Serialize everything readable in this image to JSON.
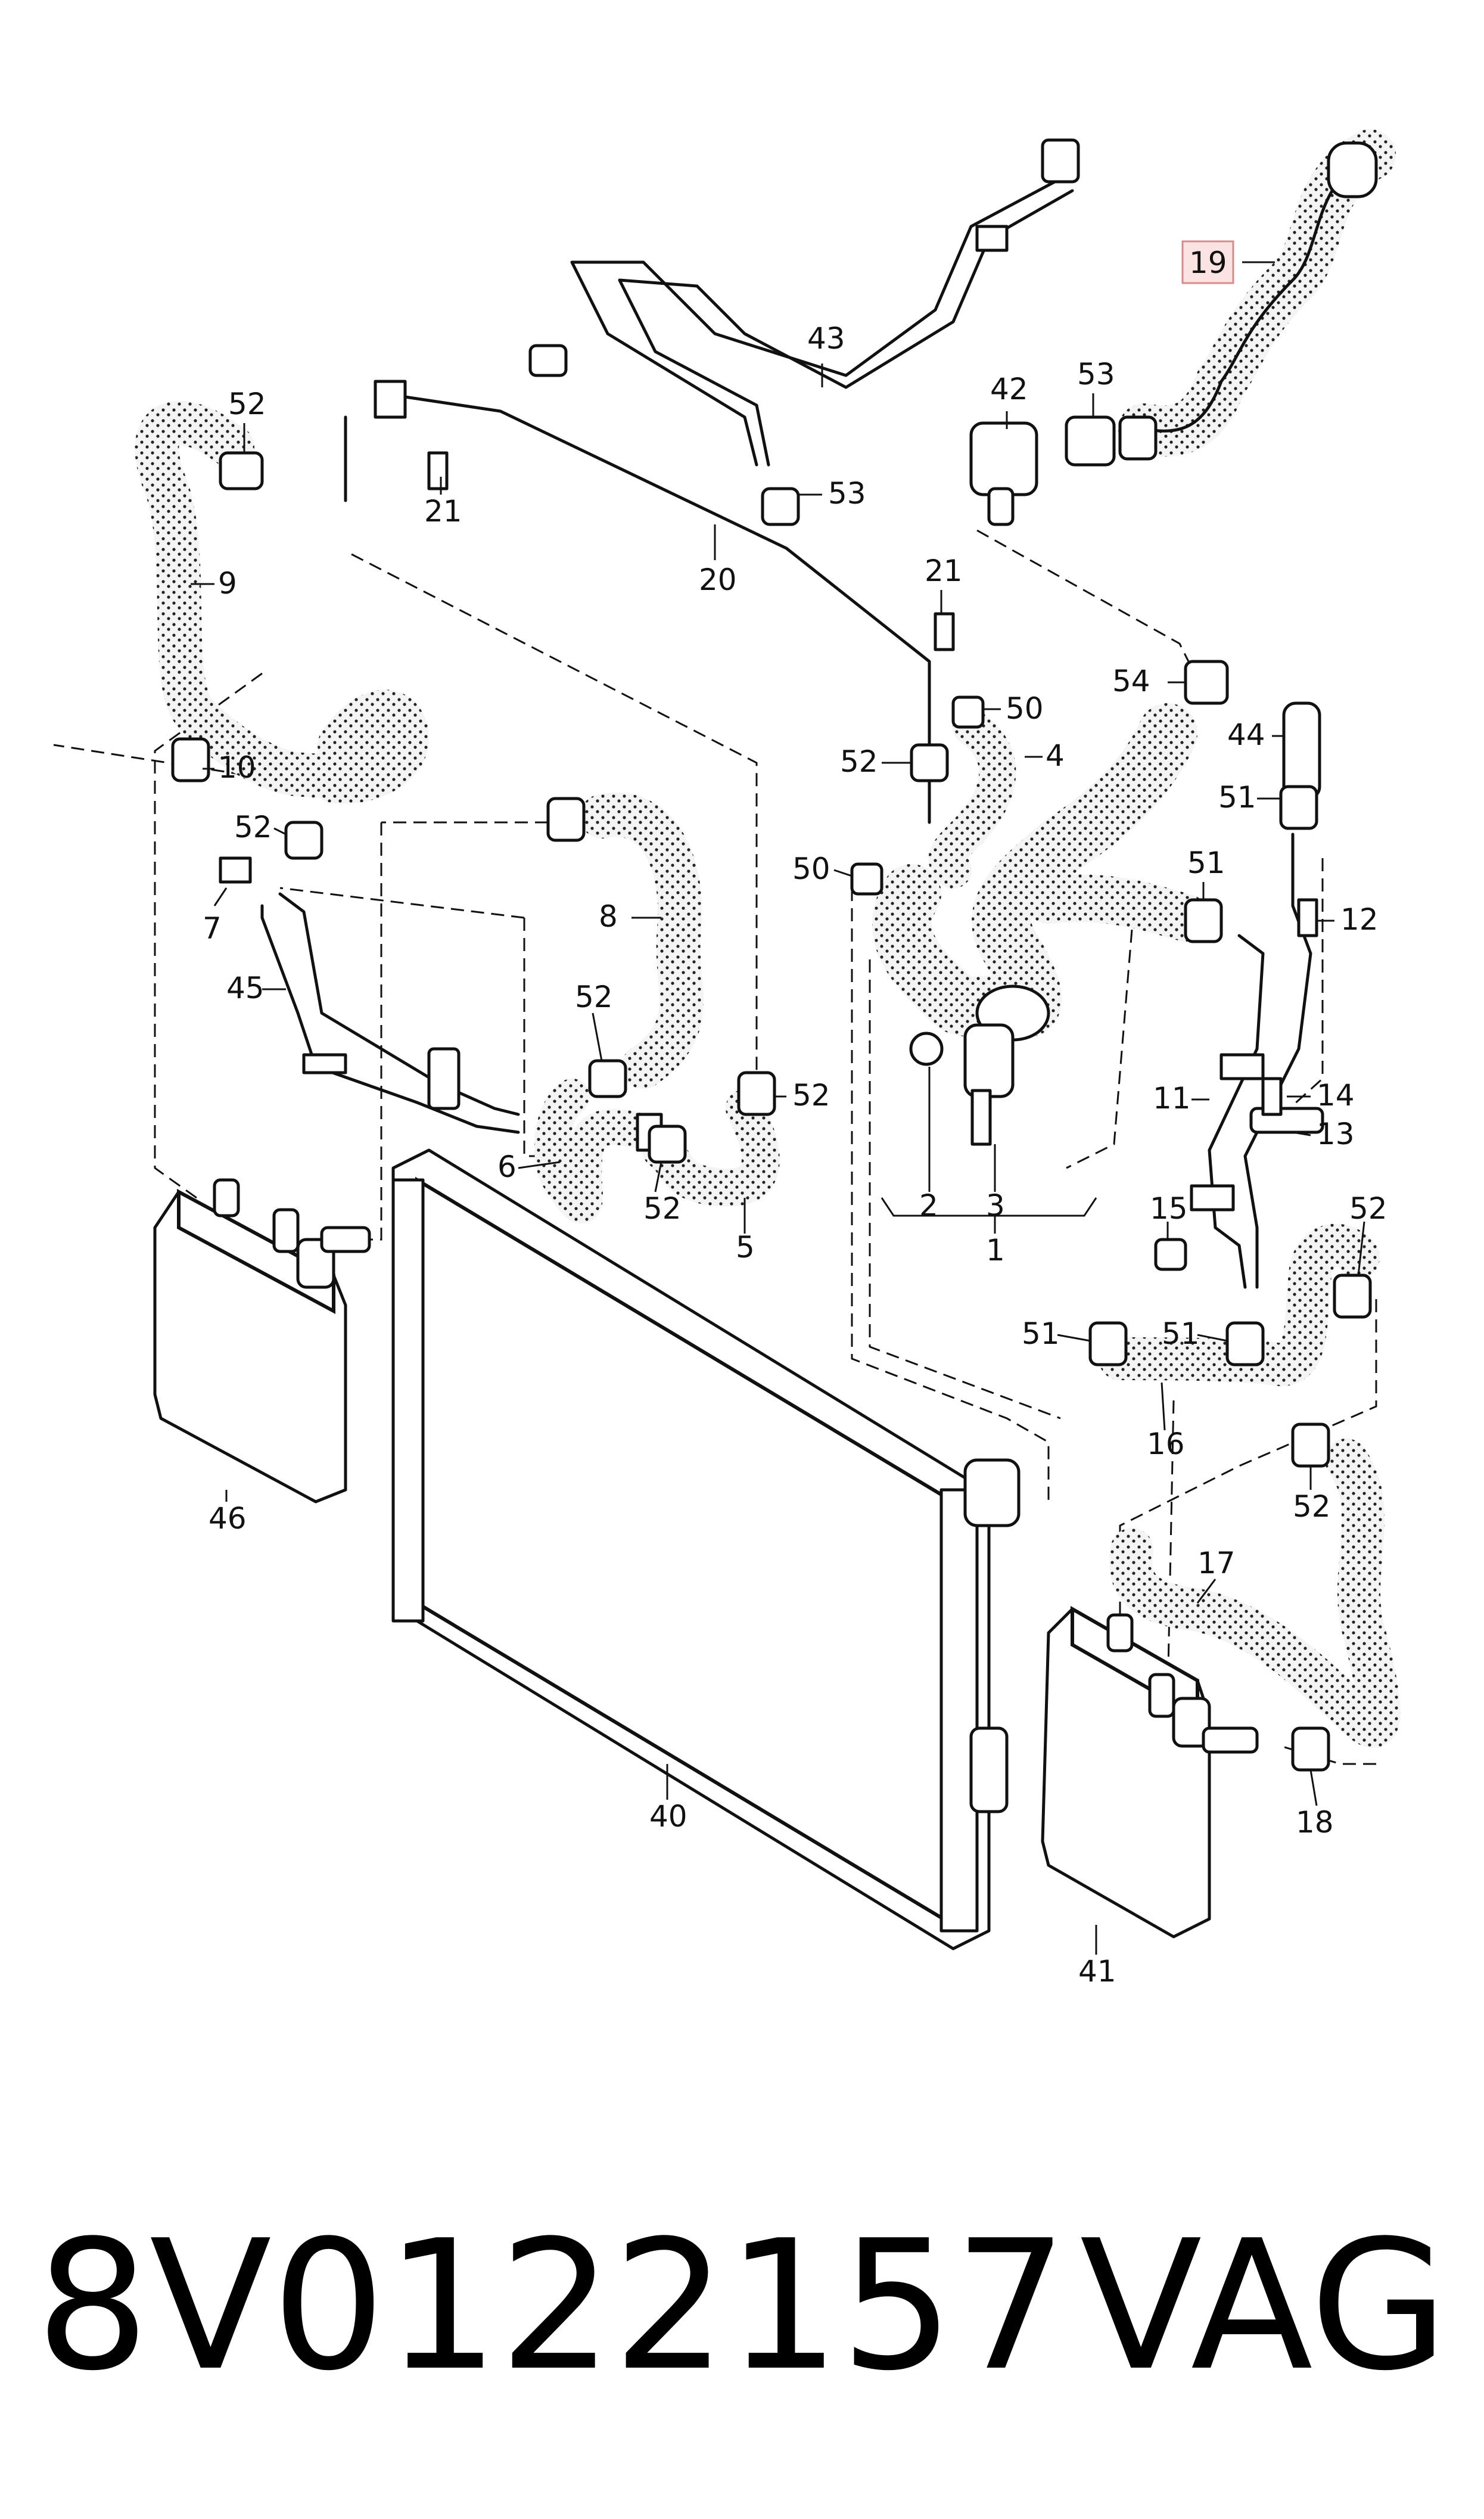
{
  "diagram": {
    "highlighted_label": "19",
    "labels": [
      "19",
      "43",
      "42",
      "53",
      "52",
      "21",
      "9",
      "20",
      "53",
      "21",
      "50",
      "54",
      "4",
      "44",
      "10",
      "52",
      "51",
      "52",
      "50",
      "51",
      "12",
      "7",
      "8",
      "45",
      "52",
      "52",
      "14",
      "11",
      "13",
      "6",
      "52",
      "5",
      "2",
      "3",
      "1",
      "15",
      "52",
      "51",
      "51",
      "16",
      "52",
      "46",
      "17",
      "40",
      "18",
      "41"
    ]
  },
  "footer": {
    "part_number": "8V0122157",
    "brand": "VAG"
  }
}
